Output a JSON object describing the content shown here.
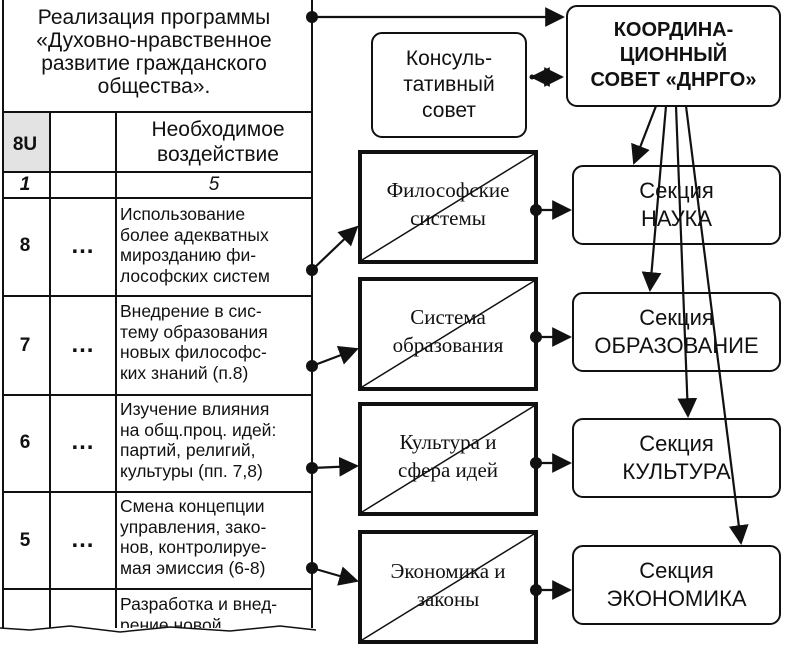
{
  "program_title": "Реализация программы «Духовно-нравственное развитие гражданского общества».",
  "table": {
    "header_num": "8U",
    "header_measure": "Необходимое воздействие",
    "index_num": "1",
    "index_measure": "5",
    "rows": [
      {
        "num": "8",
        "dots": "…",
        "text": [
          "Использование",
          "более адекватных",
          "мирозданию фи-",
          "лософских систем"
        ]
      },
      {
        "num": "7",
        "dots": "…",
        "text": [
          "Внедрение в сис-",
          "тему образования",
          "новых философс-",
          "ких знаний (п.8)"
        ]
      },
      {
        "num": "6",
        "dots": "…",
        "text": [
          "Изучение влияния",
          "на общ.проц. идей:",
          "партий, религий,",
          "культуры (пп. 7,8)"
        ]
      },
      {
        "num": "5",
        "dots": "…",
        "text": [
          "Смена концепции",
          "управления, зако-",
          "нов, контролируе-",
          "мая эмиссия (6-8)"
        ]
      },
      {
        "num": "",
        "dots": "",
        "text": [
          "Разработка и внед-",
          "рение новой ..."
        ]
      }
    ]
  },
  "middle_boxes": [
    {
      "text": [
        "Философские",
        "системы"
      ]
    },
    {
      "text": [
        "Система",
        "образования"
      ]
    },
    {
      "text": [
        "Культура и",
        "сфера идей"
      ]
    },
    {
      "text": [
        "Экономика и",
        "законы"
      ]
    }
  ],
  "consult_council": [
    "Консуль-",
    "тативный",
    "совет"
  ],
  "coord_council": [
    "КООРДИНА-",
    "ЦИОННЫЙ",
    "СОВЕТ «ДНРГО»"
  ],
  "sections": [
    {
      "label": "Секция",
      "name": "НАУКА"
    },
    {
      "label": "Секция",
      "name": "ОБРАЗОВАНИЕ"
    },
    {
      "label": "Секция",
      "name": "КУЛЬТУРА"
    },
    {
      "label": "Секция",
      "name": "ЭКОНОМИКА"
    }
  ],
  "colors": {
    "line": "#111111",
    "fill": "#ffffff",
    "table_bg": "#ffffff"
  }
}
